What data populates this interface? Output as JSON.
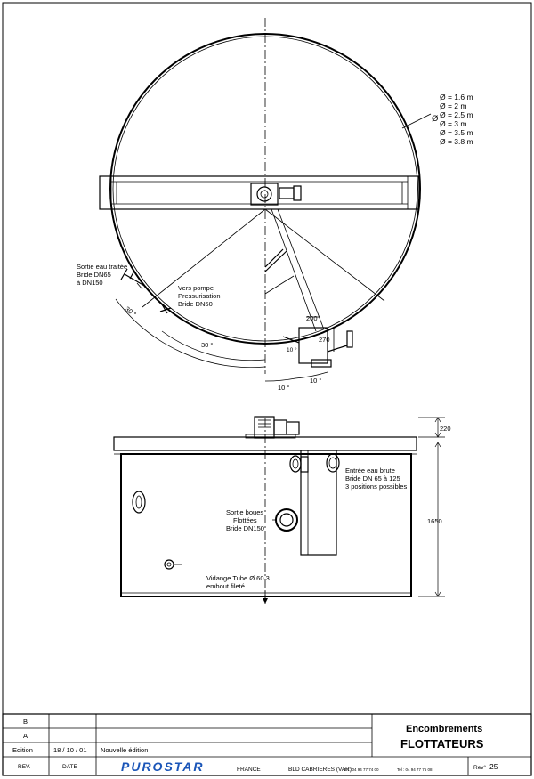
{
  "top_view": {
    "diameter_symbol": "Ø",
    "diameters": [
      "Ø = 1.6 m",
      "Ø = 2 m",
      "Ø = 2.5 m",
      "Ø = 3 m",
      "Ø = 3.5 m",
      "Ø = 3.8 m"
    ],
    "outlet_treated_water": [
      "Sortie eau traitée",
      "Bride DN65",
      "à DN150"
    ],
    "to_pump": [
      "Vers pompe",
      "Pressurisation",
      "Bride DN50"
    ],
    "angle_30_1": "30 °",
    "angle_30_2": "30 °",
    "angle_10_1": "10 °",
    "angle_10_2": "10 °",
    "dim_inlet_1": "200",
    "dim_inlet_2": "270",
    "angle_small": "10 °"
  },
  "side_view": {
    "dim_top": "220",
    "dim_height": "1650",
    "raw_water_inlet": [
      "Entrée eau brute",
      "Bride DN 65 à 125",
      "3 positions possibles"
    ],
    "sludge_outlet": [
      "Sortie boues",
      "Flottées",
      "Bride DN150"
    ],
    "drain": [
      "Vidange Tube Ø 60.3",
      "embout fileté"
    ]
  },
  "title_block": {
    "rows": [
      {
        "rev": "B",
        "date": "",
        "desc": ""
      },
      {
        "rev": "A",
        "date": "",
        "desc": ""
      },
      {
        "rev": "Edition",
        "date": "18 / 10 / 01",
        "desc": "Nouvelle édition"
      }
    ],
    "header_rev": "REV.",
    "header_date": "DATE",
    "title_line1": "Encombrements",
    "title_line2": "FLOTTATEURS",
    "logo": "PUROSTAR",
    "country": "FRANCE",
    "address": "BLD CABRIERES (VAR)",
    "tel": "Tel : 04 94 77 74 00",
    "fax": "Tel : 04 94 77 75 08",
    "sheet_label": "Rev°",
    "sheet_number": "25"
  }
}
